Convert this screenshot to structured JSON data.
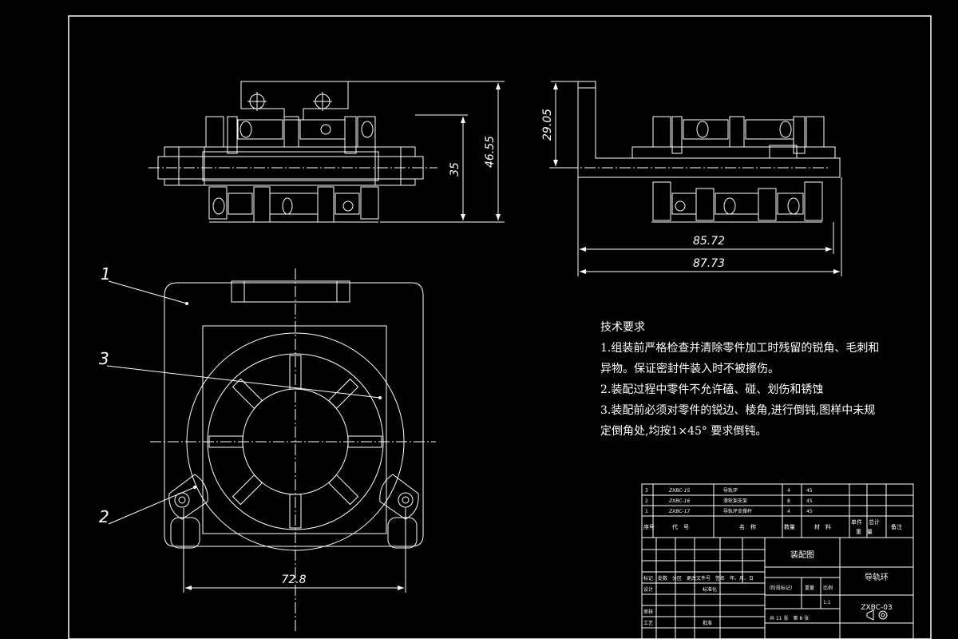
{
  "dimensions": {
    "d46_55": "46.55",
    "d35": "35",
    "d29_05": "29.05",
    "d85_72": "85.72",
    "d87_73": "87.73",
    "d72_8": "72.8"
  },
  "balloons": {
    "b1": "1",
    "b2": "2",
    "b3": "3"
  },
  "requirements": {
    "title": "技术要求",
    "line1": "1.组装前严格检查并清除零件加工时残留的锐角、毛刺和",
    "line2": "异物。保证密封件装入时不被擦伤。",
    "line3": "2.装配过程中零件不允许磕、碰、划伤和锈蚀",
    "line4": "3.装配前必须对零件的锐边、棱角,进行倒钝,图样中未规",
    "line5": "定倒角处,均按1×45° 要求倒钝。"
  },
  "bom": {
    "rows": [
      {
        "no": "3",
        "code": "ZXBC-15",
        "name": "导轨环",
        "qty": "4",
        "material": "45"
      },
      {
        "no": "2",
        "code": "ZXBC-16",
        "name": "滑轮架支架",
        "qty": "8",
        "material": "45"
      },
      {
        "no": "1",
        "code": "ZXBC-17",
        "name": "导轨环支撑杆",
        "qty": "4",
        "material": "45"
      }
    ],
    "header": {
      "no": "序号",
      "code": "代　号",
      "name": "名　称",
      "qty": "数量",
      "material": "材　料",
      "single": "单件",
      "total": "总计",
      "weight": "重　量",
      "remark": "备注"
    }
  },
  "title_block": {
    "drawing_type": "装配图",
    "part_name": "导轨环",
    "drawing_no": "ZXBC-03",
    "revision_row": "标记　处数　分区　更改文件号　签名　年、月、日",
    "design": "设计",
    "standardize": "标准化",
    "stage_mark": "（阶段标记）",
    "weight": "重量",
    "scale": "比例",
    "scale_value": "1:1",
    "review": "审核",
    "process": "工艺",
    "approve": "批准",
    "sheets": "共 11 张　第 8 张"
  }
}
